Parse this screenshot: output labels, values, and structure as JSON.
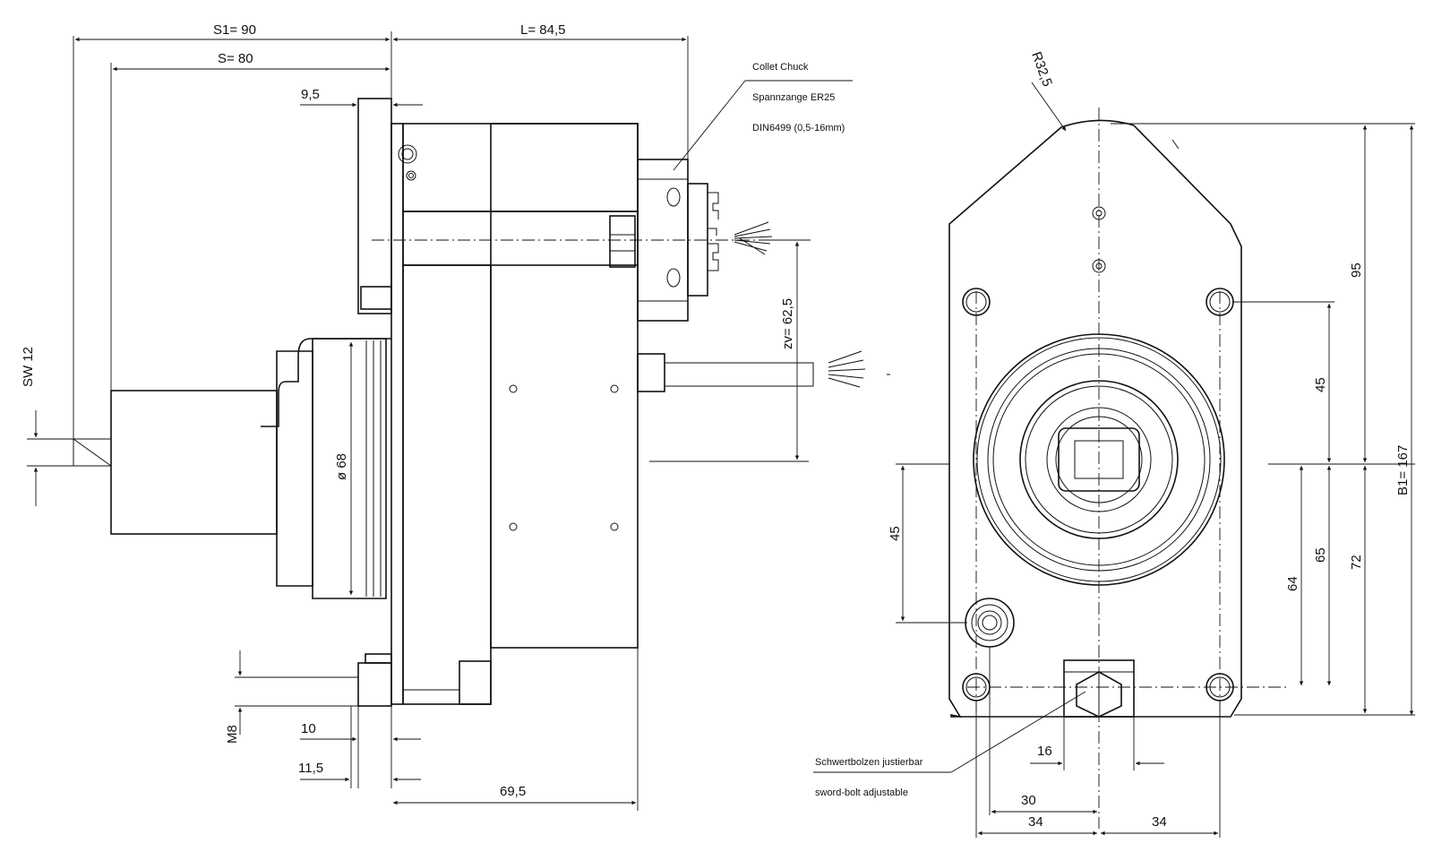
{
  "drawing": {
    "dimensions": {
      "s1": "S1=  90",
      "s": "S= 80",
      "l": "L= 84,5",
      "d95": "9,5",
      "sw12": "SW 12",
      "d68": "ø 68",
      "zv": "zv=  62,5",
      "m8": "M8",
      "d10": "10",
      "d115": "11,5",
      "d695": "69,5",
      "r325": "R32,5",
      "d95v": "95",
      "d45r": "45",
      "d45l": "45",
      "d65": "65",
      "d64": "64",
      "d72": "72",
      "b1": "B1=  167",
      "d16": "16",
      "d30": "30",
      "d34a": "34",
      "d34b": "34"
    },
    "notes": {
      "collet1": "Collet Chuck",
      "collet2": "Spannzange ER25",
      "collet3": "DIN6499 (0,5-16mm)",
      "sword1": "Schwertbolzen justierbar",
      "sword2": "sword-bolt adjustable"
    }
  }
}
